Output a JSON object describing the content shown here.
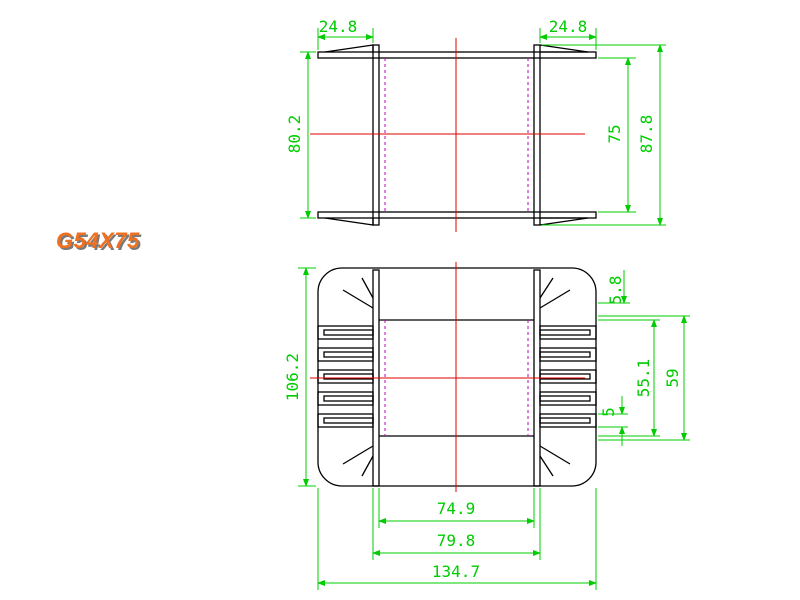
{
  "title": {
    "text": "G54X75",
    "color": "#f07020",
    "shadow": "#7a7a7a"
  },
  "colors": {
    "outline": "#000000",
    "dimension": "#00cc00",
    "centerline": "#e00000",
    "hidden": "#c000c0"
  },
  "top_view": {
    "dims": {
      "flange_left": "24.8",
      "flange_right": "24.8",
      "inner_height": "80.2",
      "window_height": "75",
      "total_height": "87.8"
    }
  },
  "front_view": {
    "dims": {
      "pin_height": "5.8",
      "pitch_span": "55.1",
      "pin_span": "59",
      "pin_pitch": "5",
      "total_height": "106.2",
      "inner_width": "74.9",
      "core_width": "79.8",
      "total_width": "134.7"
    }
  }
}
